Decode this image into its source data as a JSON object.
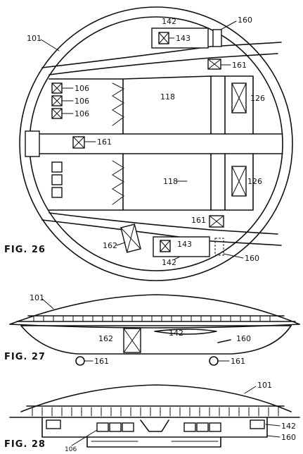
{
  "figures": [
    {
      "caption": "FIG. 26"
    },
    {
      "caption": "FIG. 27"
    },
    {
      "caption": "FIG. 28"
    }
  ],
  "labels": {
    "hull": "101",
    "track": "142",
    "vehicle": "143",
    "door": "160",
    "wheel": "161",
    "pod": "162",
    "module": "106",
    "bay": "118",
    "unit": "126"
  },
  "fig26_labels": [
    "101",
    "142",
    "143",
    "160",
    "161",
    "106",
    "106",
    "106",
    "118",
    "126",
    "161",
    "118",
    "126",
    "161",
    "162",
    "143",
    "142",
    "160"
  ],
  "fig27_labels": [
    "101",
    "162",
    "142",
    "160",
    "161",
    "161"
  ],
  "fig28_labels": [
    "101",
    "142",
    "160",
    "106"
  ]
}
